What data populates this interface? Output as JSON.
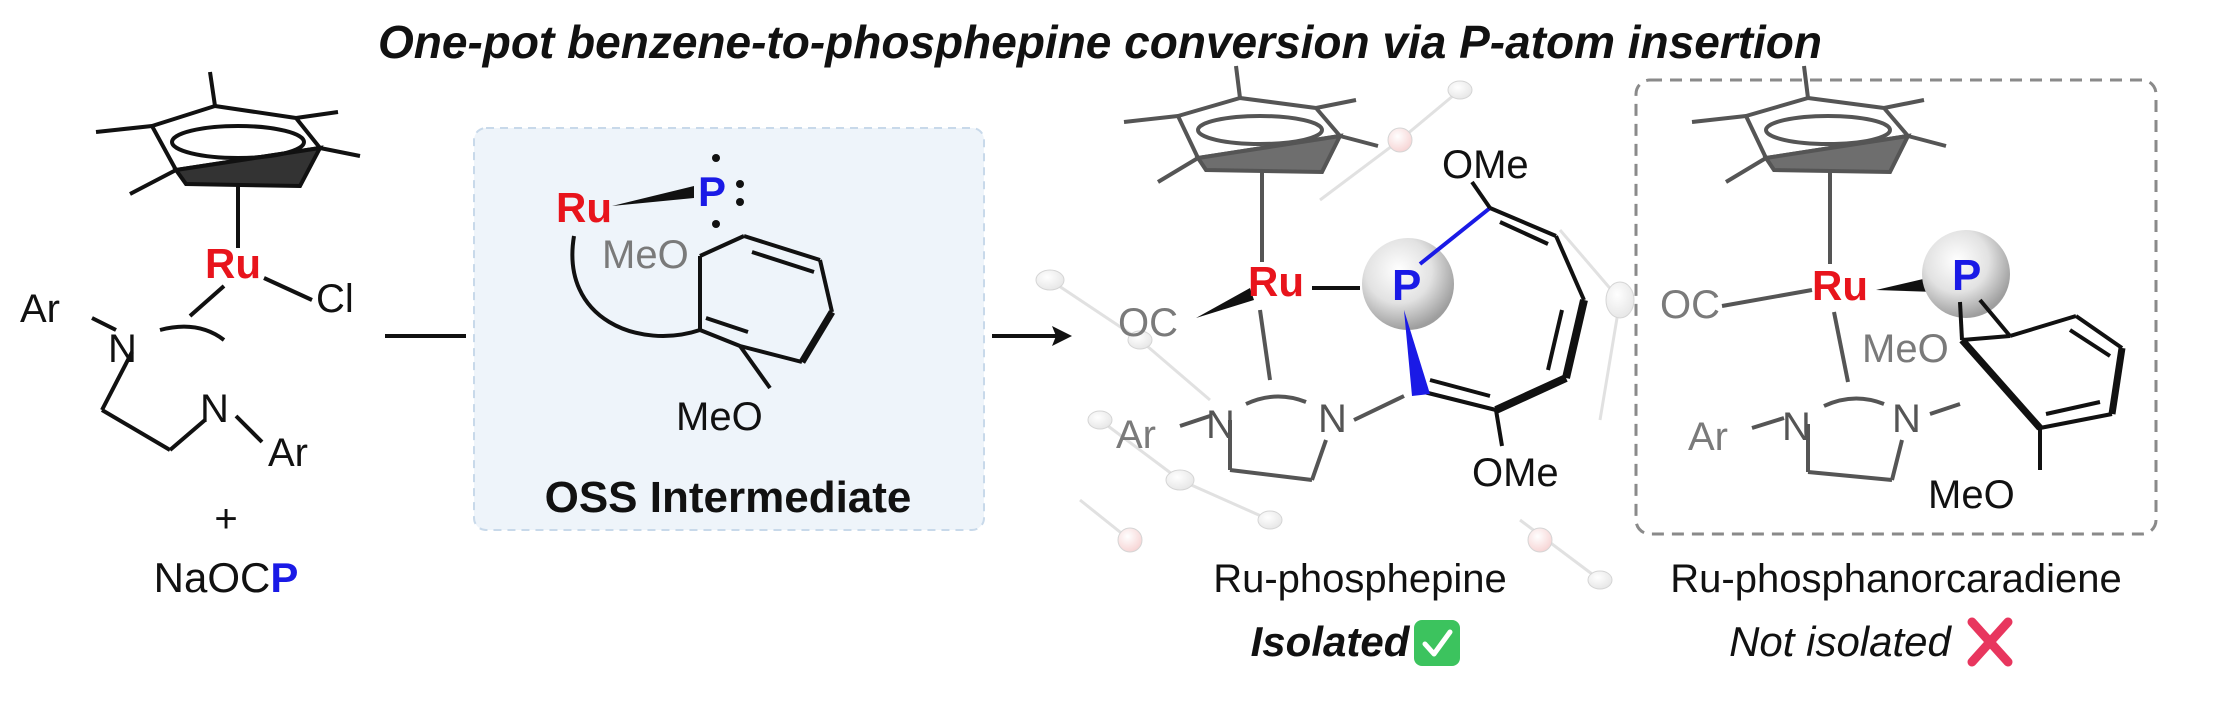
{
  "title": "One-pot benzene-to-phosphepine conversion via P-atom insertion",
  "colors": {
    "ruthenium": "#e8141c",
    "phosphorus": "#1a1ae6",
    "bond": "#111111",
    "gray_label": "#7a7a7a",
    "intermediate_panel": "#eef4fa",
    "check": "#3cc35e",
    "cross": "#e8365e"
  },
  "reactant": {
    "ru": "Ru",
    "cl": "Cl",
    "n_left": "N",
    "n_right": "N",
    "ar_left": "Ar",
    "ar_right": "Ar",
    "plus": "+",
    "reagent_prefix": "NaOC",
    "reagent_p": "P"
  },
  "intermediate": {
    "ru": "Ru",
    "p": "P",
    "meo_top": "MeO",
    "meo_bottom": "MeO",
    "label": "OSS Intermediate"
  },
  "phosphepine": {
    "ru": "Ru",
    "p": "P",
    "oc": "OC",
    "n_left": "N",
    "n_right": "N",
    "ar": "Ar",
    "ome_top": "OMe",
    "ome_bottom": "OMe",
    "name": "Ru-phosphepine",
    "status": "Isolated",
    "status_icon": "check-icon"
  },
  "phosphanorcaradiene": {
    "ru": "Ru",
    "p": "P",
    "oc": "OC",
    "n_left": "N",
    "n_right": "N",
    "ar": "Ar",
    "meo_mid": "MeO",
    "meo_bottom": "MeO",
    "name": "Ru-phosphanorcaradiene",
    "status": "Not isolated",
    "status_icon": "cross-icon"
  }
}
